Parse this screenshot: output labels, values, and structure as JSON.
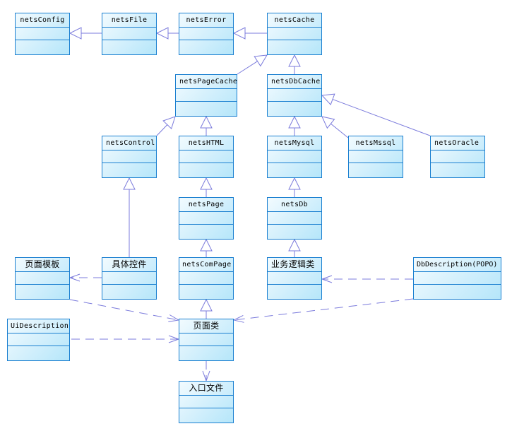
{
  "diagram": {
    "type": "uml-class-diagram",
    "colors": {
      "box_border": "#1a7fd0",
      "box_fill_light": "#f2fbff",
      "box_fill_dark": "#b5e6fa",
      "edge": "#7b7bdc"
    },
    "classes": [
      {
        "id": "netsConfig",
        "name": "netsConfig"
      },
      {
        "id": "netsFile",
        "name": "netsFile"
      },
      {
        "id": "netsError",
        "name": "netsError"
      },
      {
        "id": "netsCache",
        "name": "netsCache"
      },
      {
        "id": "netsPageCache",
        "name": "netsPageCache"
      },
      {
        "id": "netsDbCache",
        "name": "netsDbCache"
      },
      {
        "id": "netsControl",
        "name": "netsControl"
      },
      {
        "id": "netsHTML",
        "name": "netsHTML"
      },
      {
        "id": "netsMysql",
        "name": "netsMysql"
      },
      {
        "id": "netsMssql",
        "name": "netsMssql"
      },
      {
        "id": "netsOracle",
        "name": "netsOracle"
      },
      {
        "id": "netsPage",
        "name": "netsPage"
      },
      {
        "id": "netsDb",
        "name": "netsDb"
      },
      {
        "id": "pageTemplate",
        "name": "页面模板"
      },
      {
        "id": "concreteControl",
        "name": "具体控件"
      },
      {
        "id": "netsComPage",
        "name": "netsComPage"
      },
      {
        "id": "businessLogic",
        "name": "业务逻辑类"
      },
      {
        "id": "dbDescription",
        "name": "DbDescription(POPO)"
      },
      {
        "id": "uiDescription",
        "name": "UiDescription"
      },
      {
        "id": "pageClass",
        "name": "页面类"
      },
      {
        "id": "entryFile",
        "name": "入口文件"
      }
    ],
    "relations": [
      {
        "from": "netsFile",
        "to": "netsConfig",
        "kind": "generalization"
      },
      {
        "from": "netsError",
        "to": "netsFile",
        "kind": "generalization"
      },
      {
        "from": "netsCache",
        "to": "netsError",
        "kind": "generalization"
      },
      {
        "from": "netsPageCache",
        "to": "netsCache",
        "kind": "generalization"
      },
      {
        "from": "netsDbCache",
        "to": "netsCache",
        "kind": "generalization"
      },
      {
        "from": "netsControl",
        "to": "netsPageCache",
        "kind": "generalization"
      },
      {
        "from": "netsHTML",
        "to": "netsPageCache",
        "kind": "generalization"
      },
      {
        "from": "netsMysql",
        "to": "netsDbCache",
        "kind": "generalization"
      },
      {
        "from": "netsMssql",
        "to": "netsDbCache",
        "kind": "generalization"
      },
      {
        "from": "netsOracle",
        "to": "netsDbCache",
        "kind": "generalization"
      },
      {
        "from": "netsPage",
        "to": "netsHTML",
        "kind": "generalization"
      },
      {
        "from": "netsDb",
        "to": "netsMysql",
        "kind": "generalization"
      },
      {
        "from": "concreteControl",
        "to": "netsControl",
        "kind": "generalization"
      },
      {
        "from": "netsComPage",
        "to": "netsPage",
        "kind": "generalization"
      },
      {
        "from": "businessLogic",
        "to": "netsDb",
        "kind": "generalization"
      },
      {
        "from": "pageClass",
        "to": "netsComPage",
        "kind": "generalization"
      },
      {
        "from": "concreteControl",
        "to": "pageTemplate",
        "kind": "dependency"
      },
      {
        "from": "dbDescription",
        "to": "businessLogic",
        "kind": "dependency"
      },
      {
        "from": "pageTemplate",
        "to": "pageClass",
        "kind": "dependency"
      },
      {
        "from": "dbDescription",
        "to": "pageClass",
        "kind": "dependency"
      },
      {
        "from": "uiDescription",
        "to": "pageClass",
        "kind": "dependency"
      },
      {
        "from": "pageClass",
        "to": "entryFile",
        "kind": "dependency"
      }
    ]
  }
}
